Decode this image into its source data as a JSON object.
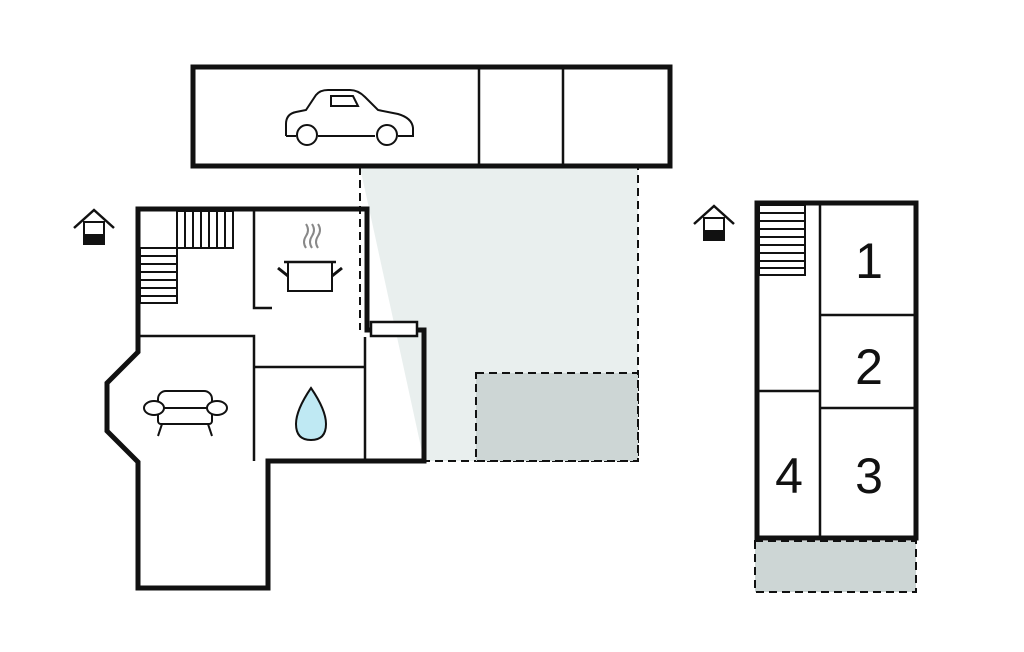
{
  "colors": {
    "wall": "#111111",
    "terrace": "#e9efee",
    "outdoor_area": "#cdd6d5",
    "water": "#bfe9f3",
    "background": "#ffffff"
  },
  "icons": [
    "house-entrance-icon",
    "car-icon",
    "cooking-pot-icon",
    "water-drop-icon",
    "sofa-icon",
    "stairs-icon"
  ],
  "upper_floor": {
    "rooms": [
      {
        "label": "1"
      },
      {
        "label": "2"
      },
      {
        "label": "3"
      },
      {
        "label": "4"
      }
    ]
  }
}
